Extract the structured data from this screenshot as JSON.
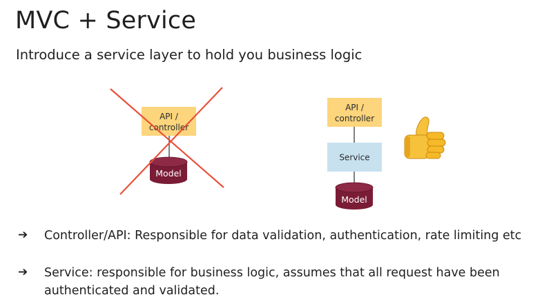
{
  "title": "MVC + Service",
  "subtitle": "Introduce a service layer to hold you business logic",
  "left_diagram": {
    "controller_label_line1": "API /",
    "controller_label_line2": "controller",
    "model_label": "Model",
    "crossed_out": true
  },
  "right_diagram": {
    "controller_label_line1": "API /",
    "controller_label_line2": "controller",
    "service_label": "Service",
    "model_label": "Model",
    "reaction": "thumbs-up"
  },
  "bullets": [
    {
      "arrow": "➔",
      "lines": [
        "Controller/API: Responsible for data validation, authentication, rate limiting etc"
      ]
    },
    {
      "arrow": "➔",
      "lines": [
        "Service: responsible for business logic, assumes that all request have been",
        "authenticated and validated."
      ]
    }
  ],
  "colors": {
    "controller_box": "#fcd57c",
    "service_box": "#c7e1ef",
    "model_db": "#7a1c36",
    "cross": "#e8503a",
    "connector": "#3a3a3a"
  }
}
